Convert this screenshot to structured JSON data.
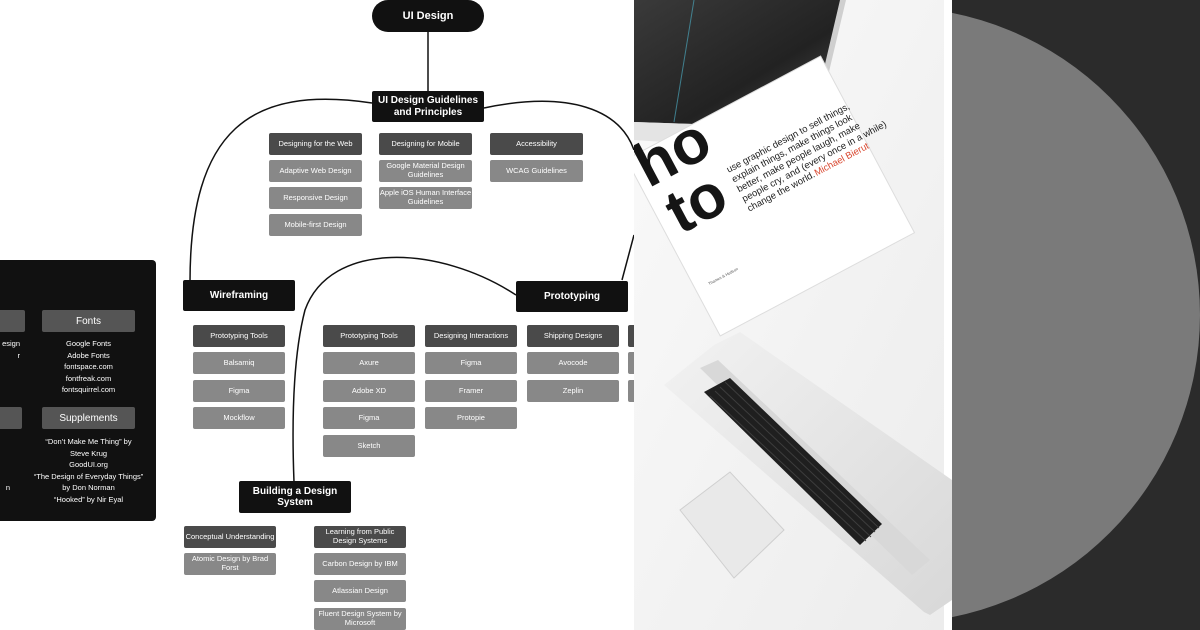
{
  "mindmap": {
    "root": "UI Design",
    "guidelines": {
      "title": "UI Design Guidelines and Principles",
      "web": {
        "header": "Designing for the Web",
        "items": [
          "Adaptive Web Design",
          "Responsive Design",
          "Mobile-first Design"
        ]
      },
      "mobile": {
        "header": "Designing for Mobile",
        "items": [
          "Google Material Design Guidelines",
          "Apple iOS Human Interface Guidelines"
        ]
      },
      "accessibility": {
        "header": "Accessibility",
        "items": [
          "WCAG Guidelines"
        ]
      }
    },
    "wireframing": {
      "title": "Wireframing",
      "tools": {
        "header": "Prototyping Tools",
        "items": [
          "Balsamiq",
          "Figma",
          "Mockflow"
        ]
      }
    },
    "prototyping": {
      "title": "Prototyping",
      "tools": {
        "header": "Prototyping Tools",
        "items": [
          "Axure",
          "Adobe XD",
          "Figma",
          "Sketch"
        ]
      },
      "interactions": {
        "header": "Designing Interactions",
        "items": [
          "Figma",
          "Framer",
          "Protopie"
        ]
      },
      "shipping": {
        "header": "Shipping Designs",
        "items": [
          "Avocode",
          "Zeplin"
        ]
      }
    },
    "design_system": {
      "title": "Building a Design System",
      "conceptual": {
        "header": "Conceptual Understanding",
        "items": [
          "Atomic Design by Brad Forst"
        ]
      },
      "learning": {
        "header": "Learning from Public Design Systems",
        "items": [
          "Carbon Design by IBM",
          "Atlassian Design",
          "Fluent Design System by Microsoft"
        ]
      }
    },
    "resources": {
      "fonts": {
        "label": "Fonts",
        "items": [
          "Google Fonts",
          "Adobe Fonts",
          "fontspace.com",
          "fontfreak.com",
          "fontsquirrel.com"
        ]
      },
      "supplements": {
        "label": "Supplements",
        "items": [
          "“Don’t Make Me Thing” by",
          "Steve Krug",
          "GoodUI.org",
          "“The Design of Everyday Things”",
          "by Don Norman",
          "“Hooked” by Nir Eyal"
        ]
      },
      "clipped_fragments": [
        "esign",
        "r",
        "n"
      ]
    }
  },
  "photo": {
    "book_big": "to",
    "book_big_partial": "ho",
    "book_text": [
      "use graphic design to sell things,",
      "explain things, make things look",
      "better, make people laugh, make",
      "people cry, and (every once in a while)",
      "change the world."
    ],
    "book_author": "Michael Bierut",
    "book_spine_small": "Thames & Hudson"
  },
  "colors": {
    "node_dark": "#111111",
    "node_mid": "#4a4a4a",
    "node_light": "#888888",
    "panel": "#111111",
    "accent_red": "#d9472f",
    "decor_bg": "#2b2b2b",
    "decor_circle": "#7a7a7a"
  }
}
